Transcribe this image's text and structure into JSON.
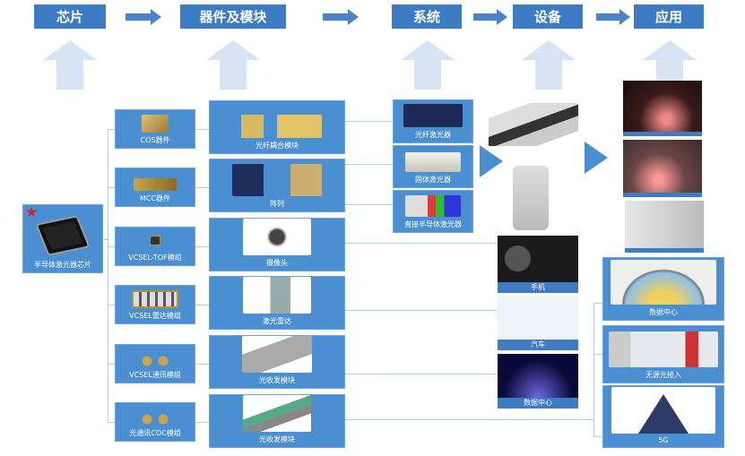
{
  "header": {
    "chip": "芯片",
    "device": "器件及模块",
    "system": "系统",
    "equipment": "设备",
    "application": "应用"
  },
  "chip": {
    "label": "半导体激光器芯片"
  },
  "devices": [
    {
      "label": "COS器件"
    },
    {
      "label": "MCC器件"
    },
    {
      "label": "VCSEL-TOF模组"
    },
    {
      "label": "VCSEL雷达模组"
    },
    {
      "label": "VCSEL通讯模组"
    },
    {
      "label": "光通讯COC模组"
    }
  ],
  "modules": [
    {
      "label": "光纤耦合模块"
    },
    {
      "label": "阵列"
    },
    {
      "label": "摄像头"
    },
    {
      "label": "激光雷达"
    },
    {
      "label": "光收发模块"
    },
    {
      "label": "光收发模块"
    }
  ],
  "systems": [
    {
      "label": "光纤激光器"
    },
    {
      "label": "固体激光器"
    },
    {
      "label": "直接半导体激光器"
    }
  ],
  "consumer": [
    {
      "label": "手机"
    },
    {
      "label": "汽车"
    },
    {
      "label": "数据中心"
    }
  ],
  "comm": [
    {
      "label": "数据中心"
    },
    {
      "label": "无源光接入"
    },
    {
      "label": "5G"
    }
  ],
  "colors": {
    "box": "#4a8fd2",
    "header": "#3d7cc4",
    "star": "#e02020"
  }
}
